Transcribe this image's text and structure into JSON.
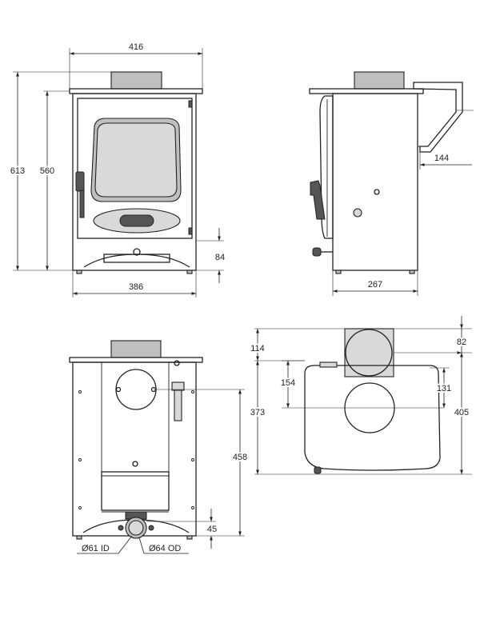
{
  "dimensions": {
    "front_width_top": "416",
    "front_height_total": "613",
    "front_height_body": "560",
    "front_leg_height": "84",
    "front_width_base": "386",
    "side_depth": "267",
    "side_flue_offset": "144",
    "rear_outlet_height": "458",
    "rear_outlet_offset": "45",
    "rear_inner_dia": "Ø61 ID",
    "rear_outer_dia": "Ø64 OD",
    "plan_collar_depth": "114",
    "plan_flue_dia": "82",
    "plan_depth_373": "373",
    "plan_depth_405": "405",
    "plan_offset_154": "154",
    "plan_offset_131": "131"
  }
}
